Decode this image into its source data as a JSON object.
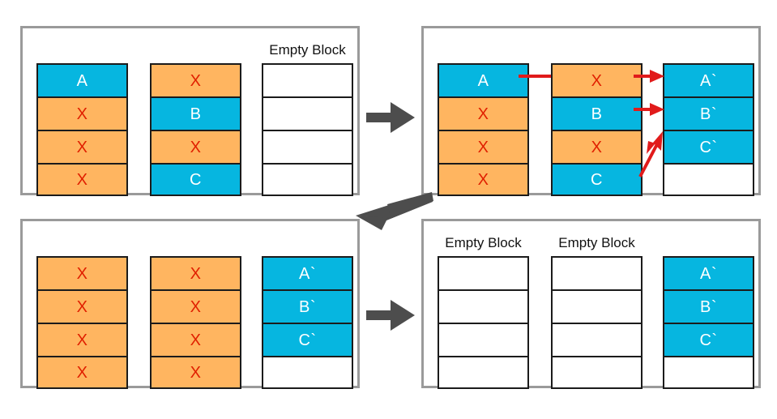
{
  "diagram": {
    "title_text": "",
    "colors": {
      "blue_block": "#06b6e0",
      "orange_block": "#ffb560",
      "empty_block": "#ffffff",
      "block_border": "#1b1b1b",
      "panel_border": "#9a9a9a",
      "flow_arrow": "#4d4d4d",
      "annotation_arrow": "#e11b1b",
      "x_mark": "#e02000",
      "label_text": "#111111"
    },
    "labels": {
      "empty_block": "Empty Block",
      "x_mark": "X"
    },
    "panels": [
      {
        "id": "panel-top-left",
        "name": "before-compaction",
        "stacks": [
          {
            "id": "stack-1",
            "label": "",
            "blocks": [
              {
                "text": "A",
                "state": "blue"
              },
              {
                "text": "X",
                "state": "orange"
              },
              {
                "text": "X",
                "state": "orange"
              },
              {
                "text": "X",
                "state": "orange"
              }
            ]
          },
          {
            "id": "stack-2",
            "label": "",
            "blocks": [
              {
                "text": "X",
                "state": "orange"
              },
              {
                "text": "B",
                "state": "blue"
              },
              {
                "text": "X",
                "state": "orange"
              },
              {
                "text": "C",
                "state": "blue"
              }
            ]
          },
          {
            "id": "stack-3",
            "label": "Empty Block",
            "blocks": [
              {
                "text": "",
                "state": "empty"
              },
              {
                "text": "",
                "state": "empty"
              },
              {
                "text": "",
                "state": "empty"
              },
              {
                "text": "",
                "state": "empty"
              }
            ]
          }
        ]
      },
      {
        "id": "panel-top-right",
        "name": "copying-valid-pages",
        "stacks": [
          {
            "id": "stack-1",
            "label": "",
            "blocks": [
              {
                "text": "A",
                "state": "blue"
              },
              {
                "text": "X",
                "state": "orange"
              },
              {
                "text": "X",
                "state": "orange"
              },
              {
                "text": "X",
                "state": "orange"
              }
            ]
          },
          {
            "id": "stack-2",
            "label": "",
            "blocks": [
              {
                "text": "X",
                "state": "orange"
              },
              {
                "text": "B",
                "state": "blue"
              },
              {
                "text": "X",
                "state": "orange"
              },
              {
                "text": "C",
                "state": "blue"
              }
            ]
          },
          {
            "id": "stack-3",
            "label": "",
            "blocks": [
              {
                "text": "A`",
                "state": "blue"
              },
              {
                "text": "B`",
                "state": "blue"
              },
              {
                "text": "C`",
                "state": "blue"
              },
              {
                "text": "",
                "state": "empty"
              }
            ]
          }
        ]
      },
      {
        "id": "panel-bottom-left",
        "name": "sources-invalidated",
        "stacks": [
          {
            "id": "stack-1",
            "label": "",
            "blocks": [
              {
                "text": "X",
                "state": "orange"
              },
              {
                "text": "X",
                "state": "orange"
              },
              {
                "text": "X",
                "state": "orange"
              },
              {
                "text": "X",
                "state": "orange"
              }
            ]
          },
          {
            "id": "stack-2",
            "label": "",
            "blocks": [
              {
                "text": "X",
                "state": "orange"
              },
              {
                "text": "X",
                "state": "orange"
              },
              {
                "text": "X",
                "state": "orange"
              },
              {
                "text": "X",
                "state": "orange"
              }
            ]
          },
          {
            "id": "stack-3",
            "label": "",
            "blocks": [
              {
                "text": "A`",
                "state": "blue"
              },
              {
                "text": "B`",
                "state": "blue"
              },
              {
                "text": "C`",
                "state": "blue"
              },
              {
                "text": "",
                "state": "empty"
              }
            ]
          }
        ]
      },
      {
        "id": "panel-bottom-right",
        "name": "after-erase",
        "stacks": [
          {
            "id": "stack-1",
            "label": "Empty Block",
            "blocks": [
              {
                "text": "",
                "state": "empty"
              },
              {
                "text": "",
                "state": "empty"
              },
              {
                "text": "",
                "state": "empty"
              },
              {
                "text": "",
                "state": "empty"
              }
            ]
          },
          {
            "id": "stack-2",
            "label": "Empty Block",
            "blocks": [
              {
                "text": "",
                "state": "empty"
              },
              {
                "text": "",
                "state": "empty"
              },
              {
                "text": "",
                "state": "empty"
              },
              {
                "text": "",
                "state": "empty"
              }
            ]
          },
          {
            "id": "stack-3",
            "label": "",
            "blocks": [
              {
                "text": "A`",
                "state": "blue"
              },
              {
                "text": "B`",
                "state": "blue"
              },
              {
                "text": "C`",
                "state": "blue"
              },
              {
                "text": "",
                "state": "empty"
              }
            ]
          }
        ]
      }
    ],
    "flow_arrows": [
      {
        "id": "arrow-top",
        "direction": "right",
        "from": "panel-top-left",
        "to": "panel-top-right"
      },
      {
        "id": "arrow-middle",
        "direction": "left",
        "from": "panel-top-right",
        "to": "panel-bottom-left"
      },
      {
        "id": "arrow-bottom",
        "direction": "right",
        "from": "panel-bottom-left",
        "to": "panel-bottom-right"
      }
    ],
    "annotation_arrows": [
      {
        "id": "red-dash",
        "shape": "dash",
        "meaning": "A is not copied"
      },
      {
        "id": "red-arrow-a",
        "shape": "arrow-right",
        "meaning": "copy to A`"
      },
      {
        "id": "red-arrow-b",
        "shape": "arrow-right",
        "meaning": "copy B to B`"
      },
      {
        "id": "red-arrow-c",
        "shape": "arrow-up-right",
        "meaning": "copy C to C`"
      }
    ]
  }
}
